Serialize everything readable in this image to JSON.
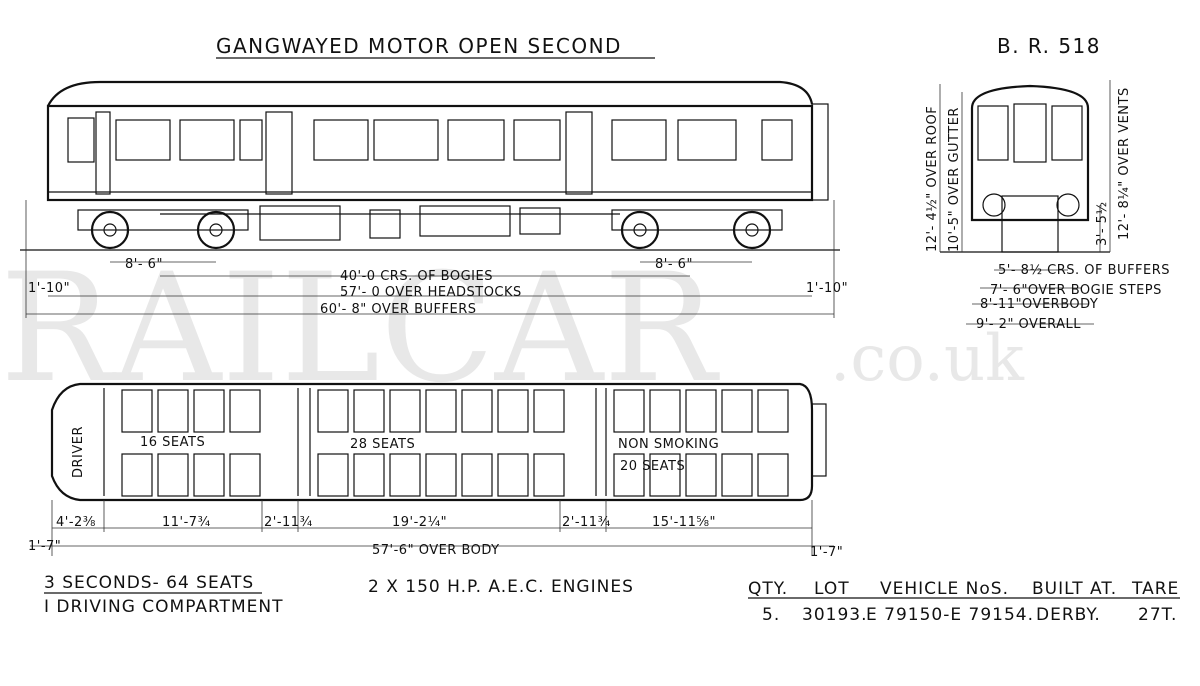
{
  "title": "GANGWAYED MOTOR OPEN SECOND",
  "drawing_ref": "B. R. 518",
  "watermark": {
    "main": "RAILCAR",
    "suffix": ".co.uk"
  },
  "side_elevation": {
    "bogie_wheelbase_left": "8'- 6\"",
    "bogie_wheelbase_right": "8'- 6\"",
    "crs_of_bogies": "40'-0 CRS. OF BOGIES",
    "over_headstocks": "57'- 0 OVER HEADSTOCKS",
    "over_buffers": "60'- 8\" OVER BUFFERS",
    "overhang_left": "1'-10\"",
    "overhang_right": "1'-10\""
  },
  "end_elevation": {
    "over_roof": "12'- 4½\" OVER ROOF",
    "over_gutter": "10'-5\" OVER GUTTER",
    "over_vents": "12'- 8¼\" OVER VENTS",
    "buffer_height": "3'- 5½",
    "crs_of_buffers": "5'- 8½ CRS. OF BUFFERS",
    "over_bogie_steps": "7'- 6\"OVER BOGIE STEPS",
    "overbody": "8'-11\"OVERBODY",
    "overall": "9'- 2\" OVERALL"
  },
  "plan": {
    "driver_label": "DRIVER",
    "sections": [
      {
        "label": "16 SEATS"
      },
      {
        "label": "28 SEATS"
      },
      {
        "label": "NON SMOKING"
      },
      {
        "label": "20 SEATS"
      }
    ],
    "dims": [
      "4'-2⅜",
      "11'-7¾",
      "2'-11¾",
      "19'-2¼\"",
      "2'-11¾",
      "15'-11⅝\""
    ],
    "end_overhang_left": "1'-7\"",
    "end_overhang_right": "1'-7\"",
    "over_body": "57'-6\" OVER BODY"
  },
  "summary": {
    "seats_line": "3 SECONDS- 64 SEATS",
    "compartment_line": "I DRIVING COMPARTMENT",
    "engines": "2 X 150 H.P. A.E.C. ENGINES"
  },
  "table": {
    "headers": [
      "QTY.",
      "LOT",
      "VEHICLE NoS.",
      "BUILT AT.",
      "TARE"
    ],
    "row": [
      "5.",
      "30193.",
      "E 79150-E 79154.",
      "DERBY.",
      "27T."
    ]
  }
}
